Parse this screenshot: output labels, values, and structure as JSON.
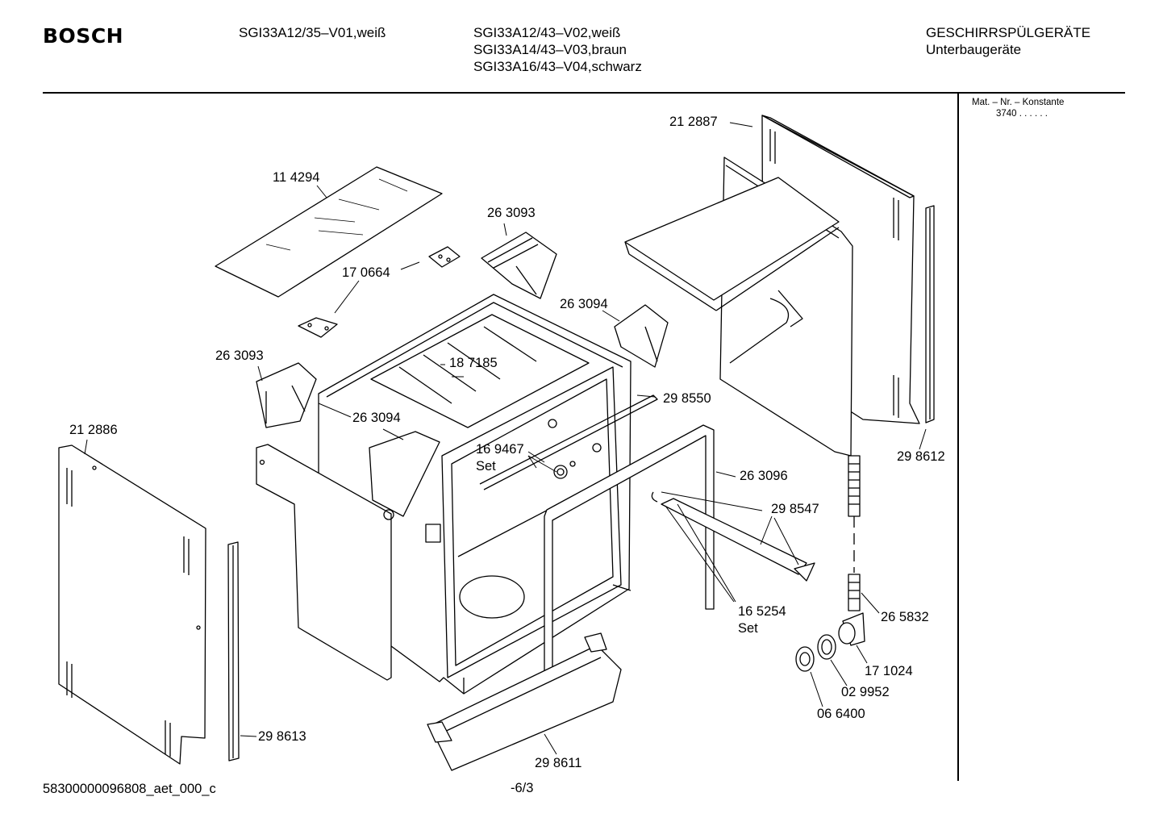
{
  "header": {
    "brand": "BOSCH",
    "model_a": "SGI33A12/35–V01,weiß",
    "models_b": [
      "SGI33A12/43–V02,weiß",
      "SGI33A14/43–V03,braun",
      "SGI33A16/43–V04,schwarz"
    ],
    "category": "GESCHIRRSPÜLGERÄTE",
    "subcategory": "Unterbaugeräte"
  },
  "side_panel": {
    "title": "Mat. – Nr. – Konstante",
    "value": "3740 .  .   .  .  .  ."
  },
  "parts": {
    "p212887": "21 2887",
    "p114294": "11 4294",
    "p263093_top": "26 3093",
    "p170664": "17 0664",
    "p263094_top": "26 3094",
    "p263093_left": "26 3093",
    "p187185": "18 7185",
    "p298550": "29 8550",
    "p263094_mid": "26 3094",
    "p212886": "21 2886",
    "p169467": "16 9467",
    "p169467_set": "Set",
    "p263096": "26 3096",
    "p298547": "29 8547",
    "p298612": "29 8612",
    "p165254": "16 5254",
    "p165254_set": "Set",
    "p265832": "26 5832",
    "p171024": "17 1024",
    "p029952": "02 9952",
    "p066400": "06 6400",
    "p298613": "29 8613",
    "p298611": "29 8611"
  },
  "footer": {
    "doc_id": "58300000096808_aet_000_c",
    "page": "-6/3"
  }
}
